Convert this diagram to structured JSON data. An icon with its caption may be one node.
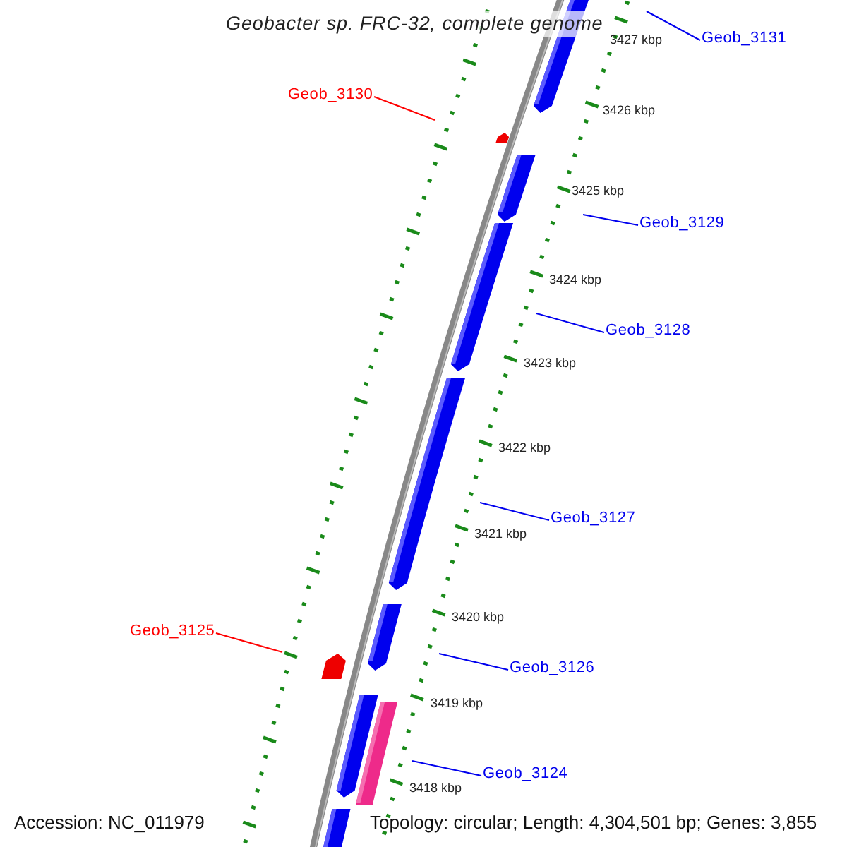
{
  "diagram": {
    "title": "Geobacter sp. FRC-32, complete genome",
    "nodes": [
      {
        "text": [
          "Geob_3131"
        ]
      },
      {
        "text": [
          "Geob_3130"
        ]
      },
      {
        "text": [
          "Geob_3129"
        ]
      },
      {
        "text": [
          "Geob_3128"
        ]
      },
      {
        "text": [
          "Geob_3127"
        ]
      },
      {
        "text": [
          "Geob_3125"
        ]
      },
      {
        "text": [
          "Geob_3126"
        ]
      },
      {
        "text": [
          "Geob_3124"
        ]
      }
    ],
    "edges": [
      {
        "from": 0,
        "to": null,
        "arrow": "none"
      },
      {
        "from": 1,
        "to": null,
        "arrow": "none",
        "color": "#ff0000"
      },
      {
        "from": 2,
        "to": null,
        "arrow": "none"
      },
      {
        "from": 3,
        "to": null,
        "arrow": "none"
      },
      {
        "from": 4,
        "to": null,
        "arrow": "none"
      },
      {
        "from": 5,
        "to": null,
        "arrow": "none",
        "color": "#ff0000"
      },
      {
        "from": 6,
        "to": null,
        "arrow": "none"
      },
      {
        "from": 7,
        "to": null,
        "arrow": "none"
      }
    ],
    "labels": [
      "3427 kbp",
      "3426 kbp",
      "3425 kbp",
      "3424 kbp",
      "3423 kbp",
      "3422 kbp",
      "3421 kbp",
      "3420 kbp",
      "3419 kbp",
      "3418 kbp",
      "Accession: NC_011979",
      "Topology: circular; Length: 4,304,501 bp; Genes: 3,855"
    ]
  }
}
